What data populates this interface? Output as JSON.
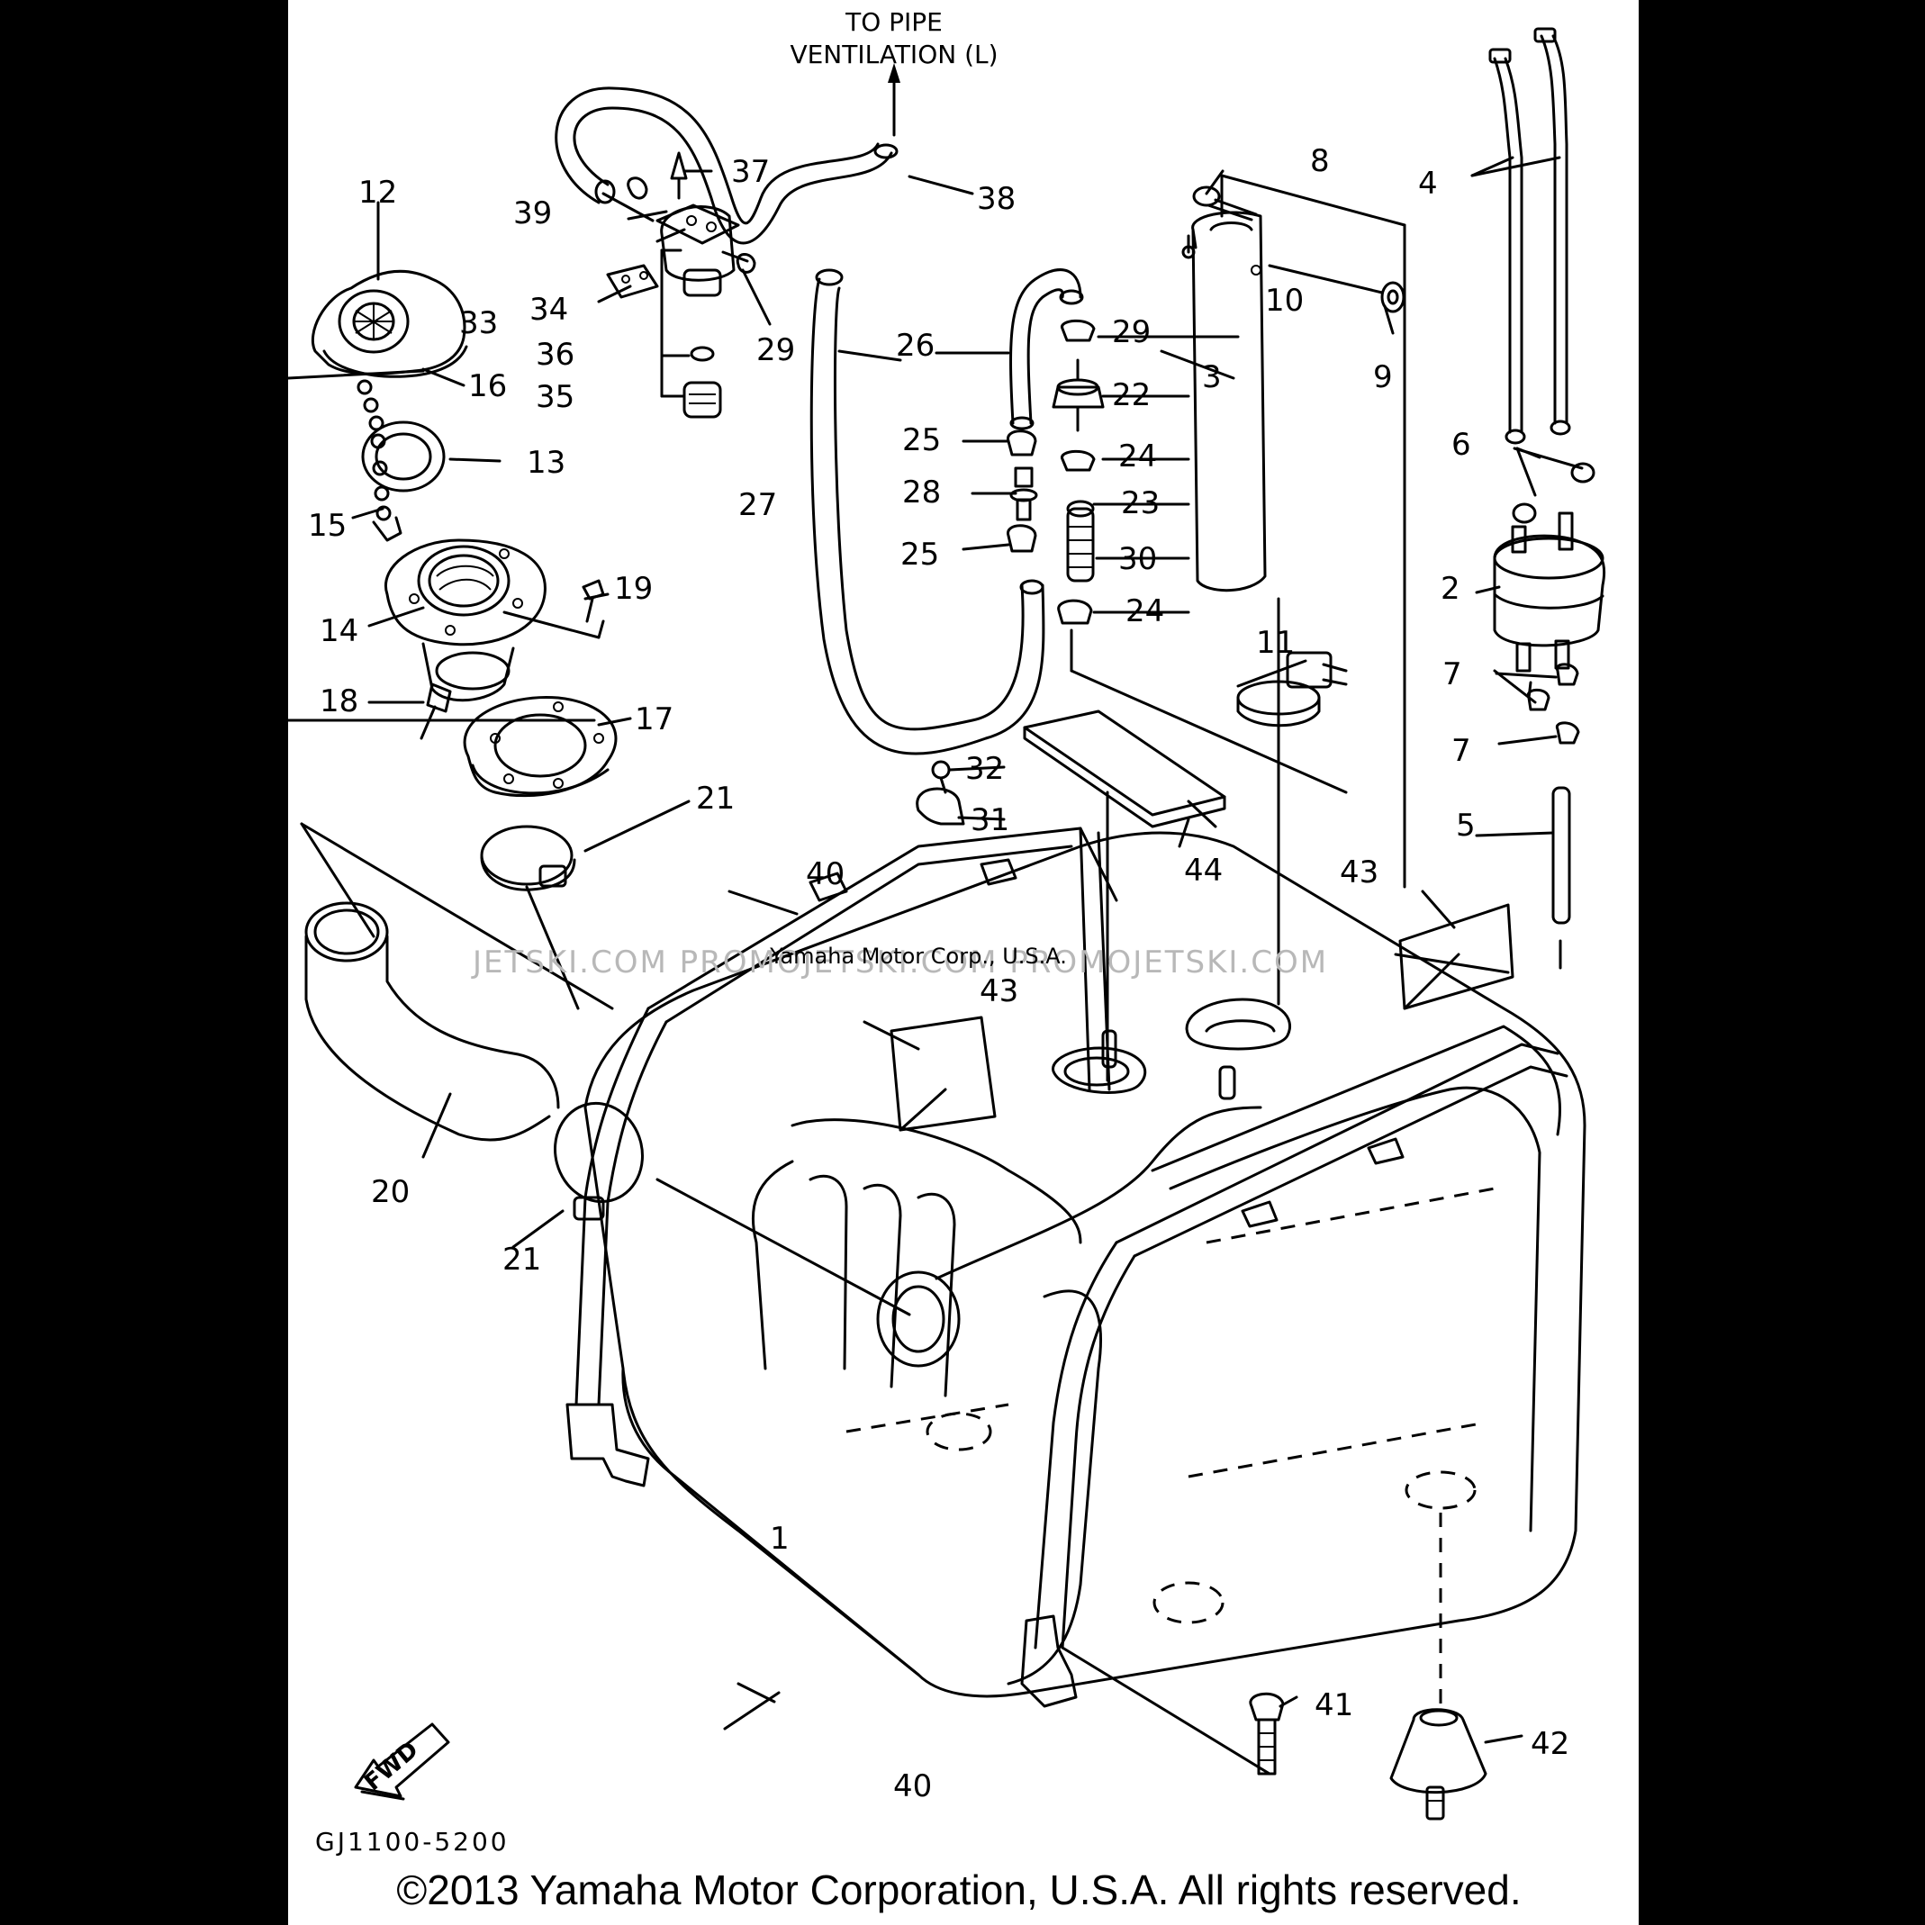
{
  "diagram": {
    "header_line1": "TO PIPE",
    "header_line2": "VENTILATION (L)",
    "watermark": "JETSKI.COM   PROMOJETSKI.COM   PROMOJETSKI.COM",
    "watermark_faint": "Yamaha Motor Corp., U.S.A.",
    "fwd_label": "FWD",
    "diagram_code": "GJ1100-5200",
    "copyright": "©2013 Yamaha Motor Corporation, U.S.A. All rights reserved."
  },
  "callouts": {
    "n1": "1",
    "n2": "2",
    "n3": "3",
    "n4": "4",
    "n5": "5",
    "n6": "6",
    "n7a": "7",
    "n7b": "7",
    "n8": "8",
    "n9": "9",
    "n10": "10",
    "n11": "11",
    "n12": "12",
    "n13": "13",
    "n14": "14",
    "n15": "15",
    "n16": "16",
    "n17": "17",
    "n18": "18",
    "n19": "19",
    "n20": "20",
    "n21a": "21",
    "n21b": "21",
    "n22": "22",
    "n23": "23",
    "n24a": "24",
    "n24b": "24",
    "n25a": "25",
    "n25b": "25",
    "n26": "26",
    "n27": "27",
    "n28": "28",
    "n29a": "29",
    "n29b": "29",
    "n30": "30",
    "n31": "31",
    "n32": "32",
    "n33": "33",
    "n34": "34",
    "n35": "35",
    "n36": "36",
    "n37": "37",
    "n38": "38",
    "n39": "39",
    "n40a": "40",
    "n40b": "40",
    "n41": "41",
    "n42": "42",
    "n43a": "43",
    "n43b": "43",
    "n44": "44"
  }
}
